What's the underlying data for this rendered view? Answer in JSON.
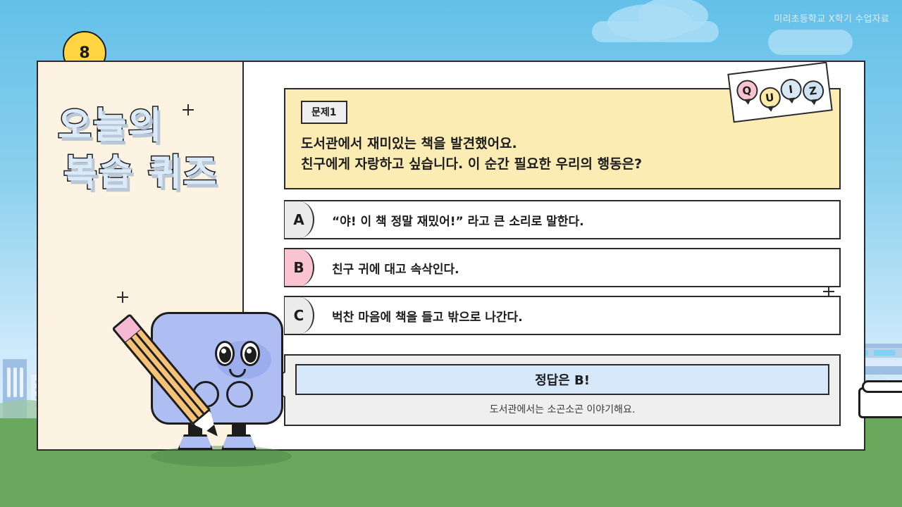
{
  "header": {
    "note": "미리초등학교 X학기 수업자료"
  },
  "page_badge": {
    "number": "8"
  },
  "title": {
    "line1": "오늘의",
    "line2": "복습 퀴즈"
  },
  "sticker": {
    "letters": [
      "Q",
      "U",
      "I",
      "Z"
    ]
  },
  "question": {
    "badge": "문제1",
    "line1": "도서관에서 재미있는 책을 발견했어요.",
    "line2": "친구에게 자랑하고 싶습니다. 이 순간 필요한 우리의 행동은?"
  },
  "options": [
    {
      "letter": "A",
      "text": "“야! 이 책 정말 재밌어!” 라고 큰 소리로 말한다.",
      "highlighted": false
    },
    {
      "letter": "B",
      "text": "친구 귀에 대고 속삭인다.",
      "highlighted": true
    },
    {
      "letter": "C",
      "text": "벅찬 마음에 책을 들고 밖으로 나간다.",
      "highlighted": false
    }
  ],
  "answer": {
    "pill": "정답은 B!",
    "note": "도서관에서는 소곤소곤 이야기해요."
  },
  "colors": {
    "sky": "#63c0e8",
    "grass": "#6aa85e",
    "card_left": "#fdf3e2",
    "question_box": "#fbecb4",
    "answer_pill": "#d6e8fa",
    "answer_box": "#efefef",
    "badge_yellow": "#ffd542",
    "badge_pink": "#f9c3d2",
    "pink_character": "#f9a7b5",
    "blue_character": "#aebdf2",
    "outline": "#1d1d1d"
  }
}
